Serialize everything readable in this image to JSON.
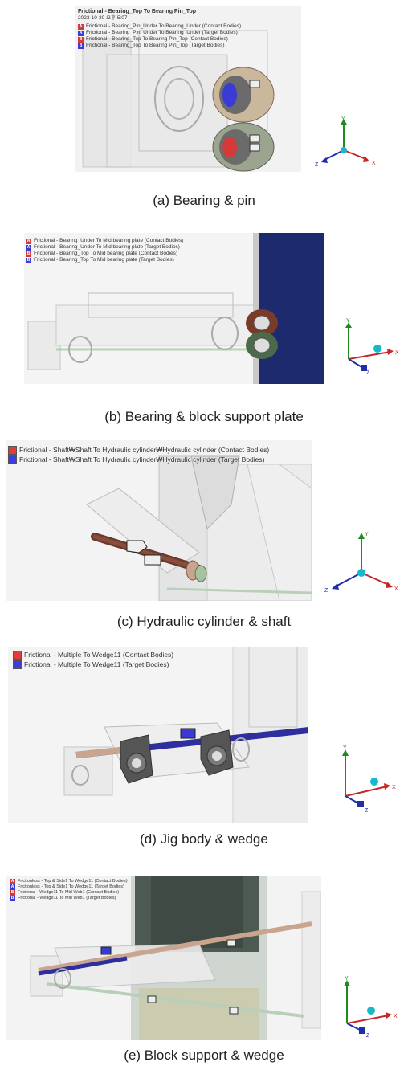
{
  "panels": [
    {
      "caption": "(a) Bearing & pin",
      "legend": {
        "header": "Frictional - Bearing_Top To Bearing Pin_Top",
        "timestamp": "2023-10-30 오후 5:07",
        "items": [
          {
            "letter": "A",
            "color": "#d43a3a",
            "text": "Frictional - Bearing_Pin_Under To Bearing_Under (Contact Bodies)"
          },
          {
            "letter": "A",
            "color": "#3a3ad4",
            "text": "Frictional - Bearing_Pin_Under To Bearing_Under (Target Bodies)"
          },
          {
            "letter": "B",
            "color": "#d43a3a",
            "text": "Frictional - Bearing_Top To Bearing Pin_Top (Contact Bodies)"
          },
          {
            "letter": "B",
            "color": "#3a3ad4",
            "text": "Frictional - Bearing_Top To Bearing Pin_Top (Target Bodies)"
          }
        ]
      },
      "axes": {
        "y": "Y",
        "z": "Z",
        "x": "X"
      }
    },
    {
      "caption": "(b) Bearing & block support plate",
      "legend": {
        "items": [
          {
            "letter": "A",
            "color": "#d43a3a",
            "text": "Frictional - Bearing_Under To Mid bearing plate (Contact Bodies)"
          },
          {
            "letter": "A",
            "color": "#3a3ad4",
            "text": "Frictional - Bearing_Under To Mid bearing plate (Target Bodies)"
          },
          {
            "letter": "B",
            "color": "#d43a3a",
            "text": "Frictional - Bearing_Top To Mid bearing plate (Contact Bodies)"
          },
          {
            "letter": "B",
            "color": "#3a3ad4",
            "text": "Frictional - Bearing_Top To Mid bearing plate (Target Bodies)"
          }
        ]
      },
      "axes": {
        "y": "Y",
        "z": "Z",
        "x": "X"
      }
    },
    {
      "caption": "(c) Hydraulic cylinder & shaft",
      "legend": {
        "items": [
          {
            "letter": "",
            "color": "#e03c3c",
            "text": "Frictional - Shaft₩Shaft To Hydraulic cylinder₩Hydraulic cylinder (Contact Bodies)"
          },
          {
            "letter": "",
            "color": "#3c3ce0",
            "text": "Frictional - Shaft₩Shaft To Hydraulic cylinder₩Hydraulic cylinder (Target Bodies)"
          }
        ]
      },
      "axes": {
        "y": "Y",
        "z": "Z",
        "x": "X"
      }
    },
    {
      "caption": "(d) Jig body & wedge",
      "legend": {
        "items": [
          {
            "letter": "",
            "color": "#e03c3c",
            "text": "Frictional - Multiple To Wedge11 (Contact Bodies)"
          },
          {
            "letter": "",
            "color": "#3c3ce0",
            "text": "Frictional - Multiple To Wedge11 (Target Bodies)"
          }
        ]
      },
      "axes": {
        "y": "Y",
        "z": "Z",
        "x": "X"
      }
    },
    {
      "caption": "(e) Block support & wedge",
      "legend": {
        "items": [
          {
            "letter": "A",
            "color": "#d43a3a",
            "text": "Frictionless - Top & Side1 To Wedge11 (Contact Bodies)"
          },
          {
            "letter": "A",
            "color": "#3a3ad4",
            "text": "Frictionless - Top & Side1 To Wedge11 (Target Bodies)"
          },
          {
            "letter": "B",
            "color": "#d43a3a",
            "text": "Frictional - Wedge11 To Mid Web1 (Contact Bodies)"
          },
          {
            "letter": "B",
            "color": "#3a3ad4",
            "text": "Frictional - Wedge11 To Mid Web1 (Target Bodies)"
          }
        ]
      },
      "axes": {
        "y": "Y",
        "z": "Z",
        "x": "X"
      }
    }
  ]
}
